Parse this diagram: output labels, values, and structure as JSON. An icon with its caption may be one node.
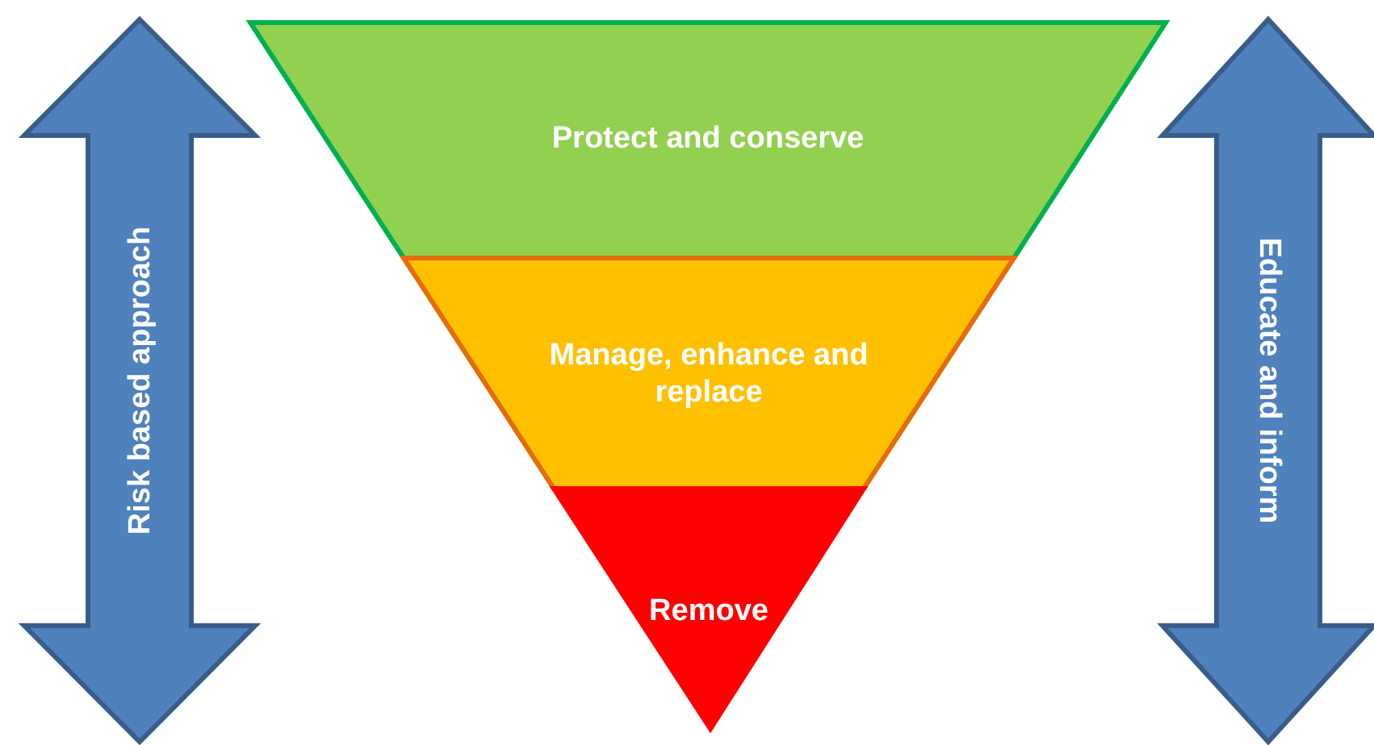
{
  "diagram": {
    "nodes": [
      {
        "text": [
          "Risk based approach"
        ]
      },
      {
        "text": [
          "Protect and conserve"
        ]
      },
      {
        "text": [
          "Manage, enhance and replace"
        ]
      },
      {
        "text": [
          "Remove"
        ]
      },
      {
        "text": [
          "Educate and inform"
        ]
      }
    ]
  }
}
